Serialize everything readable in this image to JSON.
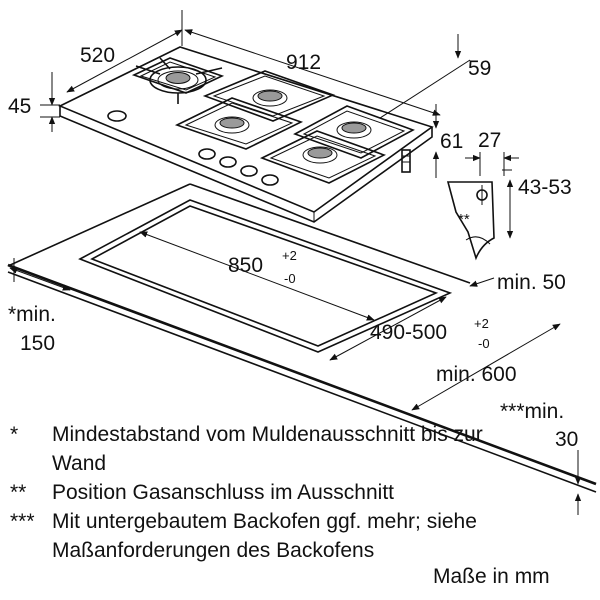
{
  "dimensions": {
    "cooktop_depth": "520",
    "cooktop_width": "912",
    "glass_thickness": "45",
    "back_offset": "59",
    "height_below": "61",
    "gas_connection_offset": "27",
    "gas_connection_height": "43-53",
    "cutout_width": "850",
    "cutout_width_tolerance_plus": "+2",
    "cutout_width_tolerance_minus": "-0",
    "cutout_depth": "490-500",
    "cutout_depth_tolerance_plus": "+2",
    "cutout_depth_tolerance_minus": "-0",
    "wall_distance_label": "min. 50",
    "side_distance_label": "*min.",
    "side_distance_value": "150",
    "worktop_depth": "min. 600",
    "worktop_thickness_label": "***min.",
    "worktop_thickness_value": "30",
    "gas_marker": "**"
  },
  "notes": [
    {
      "mark": "*",
      "text": "Mindestabstand vom Muldenausschnitt bis zur Wand"
    },
    {
      "mark": "**",
      "text": "Position Gasanschluss im Ausschnitt"
    },
    {
      "mark": "***",
      "text": "Mit untergebautem Backofen ggf. mehr; siehe Maßanforderungen des Backofens"
    }
  ],
  "units_label": "Maße in mm"
}
